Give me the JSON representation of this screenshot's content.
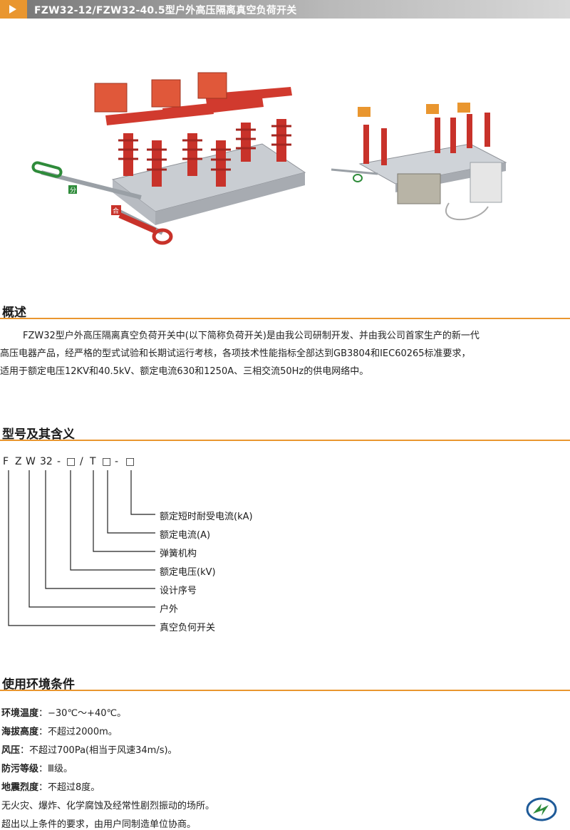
{
  "header": {
    "title": "FZW32-12/FZW32-40.5型户外高压隔离真空负荷开关"
  },
  "images": {
    "photo1_handle_labels": [
      "分",
      "合"
    ]
  },
  "overview": {
    "heading": "概述",
    "lines": [
      "FZW32型户外高压隔离真空负荷开关中(以下简称负荷开关)是由我公司研制开发、并由我公司首家生产的新一代",
      "高压电器产品，经严格的型式试验和长期试运行考核，各项技术性能指标全部达到GB3804和IEC60265标准要求，",
      "适用于额定电压12KV和40.5kV、额定电流630和1250A、三相交流50Hz的供电网络中。"
    ]
  },
  "model": {
    "heading": "型号及其含义",
    "code": [
      "F",
      "Z",
      "W",
      "32",
      "-",
      "□",
      "/",
      "T",
      "□",
      "-",
      "□"
    ],
    "labels": [
      "额定短时耐受电流(kA)",
      "额定电流(A)",
      "弹簧机构",
      "额定电压(kV)",
      "设计序号",
      "户外",
      "真空负何开关"
    ]
  },
  "environment": {
    "heading": "使用环境条件",
    "items": [
      {
        "k": "环境温度",
        "v": "：−30℃～+40℃。"
      },
      {
        "k": "海拔高度",
        "v": "：不超过2000m。"
      },
      {
        "k": "风压",
        "v": "：不超过700Pa(相当于风速34m/s)。"
      },
      {
        "k": "防污等级",
        "v": "：Ⅲ级。"
      },
      {
        "k": "地震烈度",
        "v": "：不超过8度。"
      },
      {
        "k": "",
        "v": "无火灾、爆炸、化学腐蚀及经常性剧烈振动的场所。"
      },
      {
        "k": "",
        "v": "超出以上条件的要求，由用户同制造单位协商。"
      }
    ]
  },
  "colors": {
    "accent": "#e9962f",
    "insulator": "#c8322a",
    "frame": "#b8bcc2"
  }
}
